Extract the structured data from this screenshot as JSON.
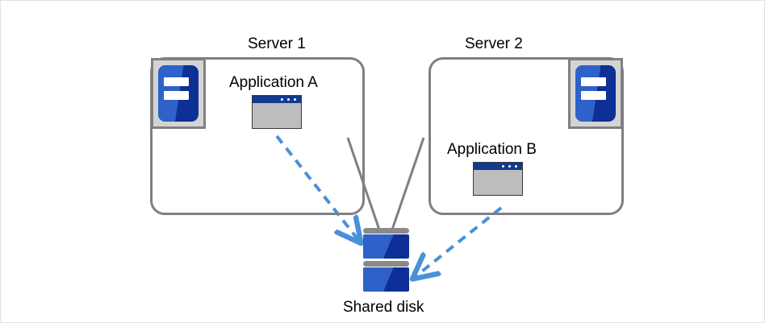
{
  "diagram": {
    "title": "Shared disk cluster diagram",
    "background": "#ffffff",
    "colors": {
      "box_outline": "#808080",
      "connector_line": "#808080",
      "arrow_blue": "#4a90d9",
      "icon_blue_dark": "#0d2f96",
      "icon_blue_light": "#2f62c8",
      "icon_plate_gray": "#d4d4d4",
      "app_window_body": "#bdbdbd",
      "app_window_titlebar": "#123a8f",
      "text": "#000000"
    }
  },
  "servers": [
    {
      "id": "server-1",
      "title": "Server 1",
      "icon_name": "server-machine-icon",
      "app": {
        "label": "Application A",
        "icon_name": "application-window-icon"
      }
    },
    {
      "id": "server-2",
      "title": "Server 2",
      "icon_name": "server-machine-icon",
      "app": {
        "label": "Application B",
        "icon_name": "application-window-icon"
      }
    }
  ],
  "storage": {
    "label": "Shared disk",
    "icon_name": "disk-stack-icon",
    "platter_count": 2
  },
  "connectors": [
    {
      "name": "server1-to-disk-link",
      "style": "solid",
      "color": "#808080",
      "from": "server-1",
      "to": "shared-disk"
    },
    {
      "name": "server2-to-disk-link",
      "style": "solid",
      "color": "#808080",
      "from": "server-2",
      "to": "shared-disk"
    },
    {
      "name": "application-a-access-arrow",
      "style": "dashed",
      "color": "#4a90d9",
      "from": "Application A",
      "to": "Shared disk"
    },
    {
      "name": "application-b-access-arrow",
      "style": "dashed",
      "color": "#4a90d9",
      "from": "Application B",
      "to": "Shared disk"
    }
  ]
}
